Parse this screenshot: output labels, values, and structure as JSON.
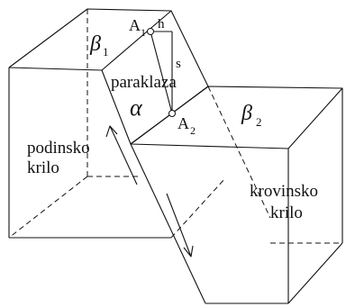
{
  "diagram": {
    "labels": {
      "beta1": "β",
      "beta1_sub": "1",
      "beta2": "β",
      "beta2_sub": "2",
      "alpha": "α",
      "A1": "A",
      "A1_sub": "1",
      "A2": "A",
      "A2_sub": "2",
      "h": "h",
      "s": "s",
      "fault": "paraklaza",
      "footwall_1": "podinsko",
      "footwall_2": "krilo",
      "hangingwall_1": "krovinsko",
      "hangingwall_2": "krilo"
    }
  }
}
